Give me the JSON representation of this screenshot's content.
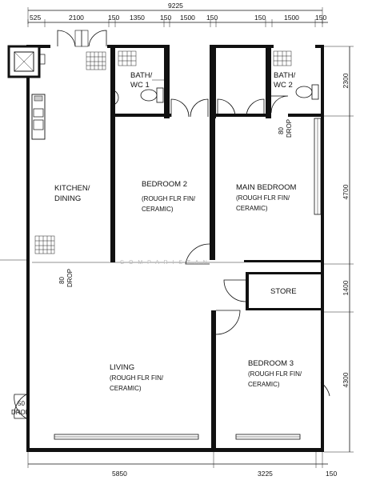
{
  "dimensions": {
    "top_total": "9225",
    "top_segments": [
      "525",
      "2100",
      "150",
      "1350",
      "150",
      "1500",
      "150",
      "150",
      "1500",
      "150"
    ],
    "right_segments": [
      "2300",
      "4700",
      "1400",
      "4300"
    ],
    "bottom_segments": [
      "5850",
      "3225",
      "150"
    ]
  },
  "rooms": {
    "bath1": [
      "BATH/",
      "WC 1"
    ],
    "bath2": [
      "BATH/",
      "WC 2"
    ],
    "kitchen": [
      "KITCHEN/",
      "DINING"
    ],
    "bedroom2": [
      "BEDROOM 2",
      "(ROUGH FLR FIN/",
      "CERAMIC)"
    ],
    "main_bedroom": [
      "MAIN BEDROOM",
      "(ROUGH FLR FIN/",
      "CERAMIC)"
    ],
    "store": "STORE",
    "living": [
      "LIVING",
      "(ROUGH FLR FIN/",
      "CERAMIC)"
    ],
    "bedroom3": [
      "BEDROOM 3",
      "(ROUGH FLR FIN/",
      "CERAMIC)"
    ]
  },
  "drops": {
    "drop_80_right": [
      "80",
      "DROP"
    ],
    "drop_80_left": [
      "80",
      "DROP"
    ],
    "drop_50": [
      "50",
      "DROP"
    ]
  },
  "watermark": "C O M P A R I S T A N"
}
